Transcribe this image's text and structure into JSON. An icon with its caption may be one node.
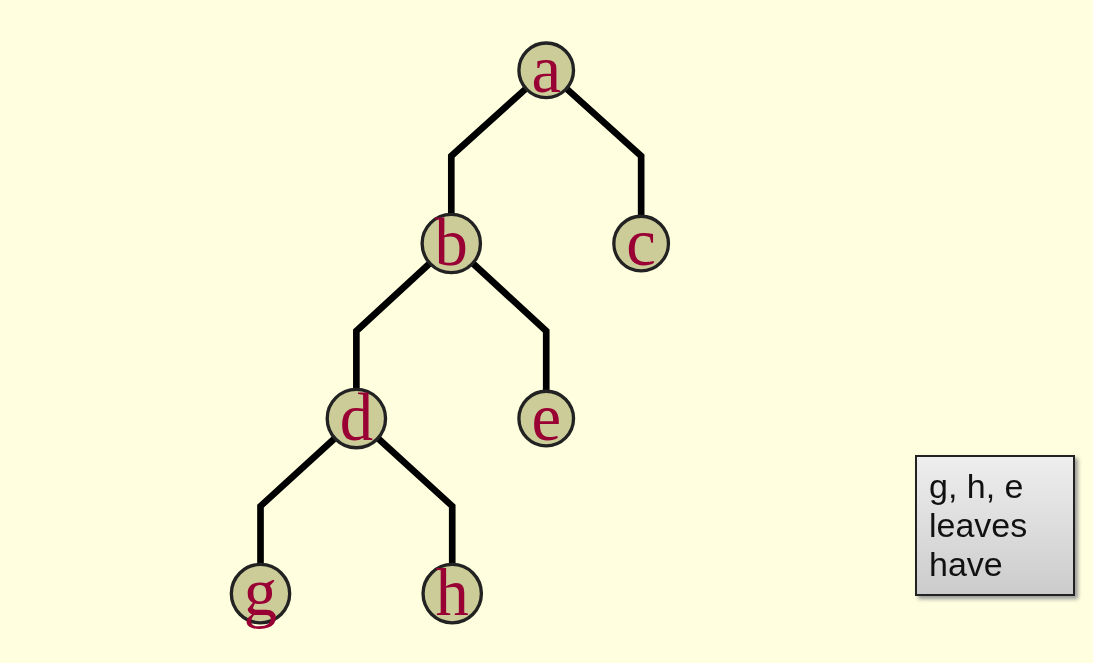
{
  "diagram": {
    "nodes": [
      {
        "text": [
          "a"
        ]
      },
      {
        "text": [
          "b"
        ]
      },
      {
        "text": [
          "c"
        ]
      },
      {
        "text": [
          "d"
        ]
      },
      {
        "text": [
          "e"
        ]
      },
      {
        "text": [
          "g"
        ]
      },
      {
        "text": [
          "h"
        ]
      }
    ],
    "edges": [
      {
        "from": 0,
        "to": 1,
        "arrow": "none"
      },
      {
        "from": 0,
        "to": 2,
        "arrow": "none"
      },
      {
        "from": 1,
        "to": 3,
        "arrow": "none"
      },
      {
        "from": 1,
        "to": 4,
        "arrow": "none"
      },
      {
        "from": 3,
        "to": 5,
        "arrow": "none"
      },
      {
        "from": 3,
        "to": 6,
        "arrow": "none"
      }
    ],
    "labels": [
      "g, h, e leaves have"
    ]
  }
}
